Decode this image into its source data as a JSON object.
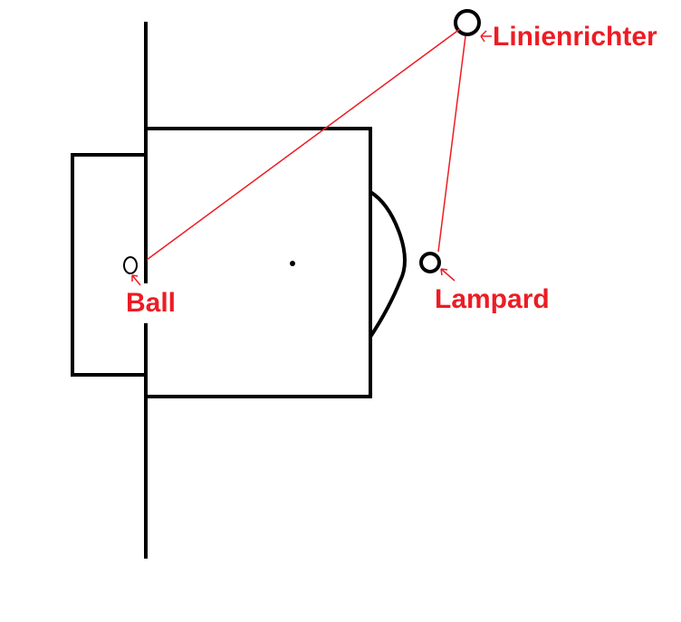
{
  "labels": {
    "linesman": "Linienrichter",
    "ball": "Ball",
    "lampard": "Lampard"
  },
  "colors": {
    "lines": "#000000",
    "annotation": "#ed1c24"
  }
}
